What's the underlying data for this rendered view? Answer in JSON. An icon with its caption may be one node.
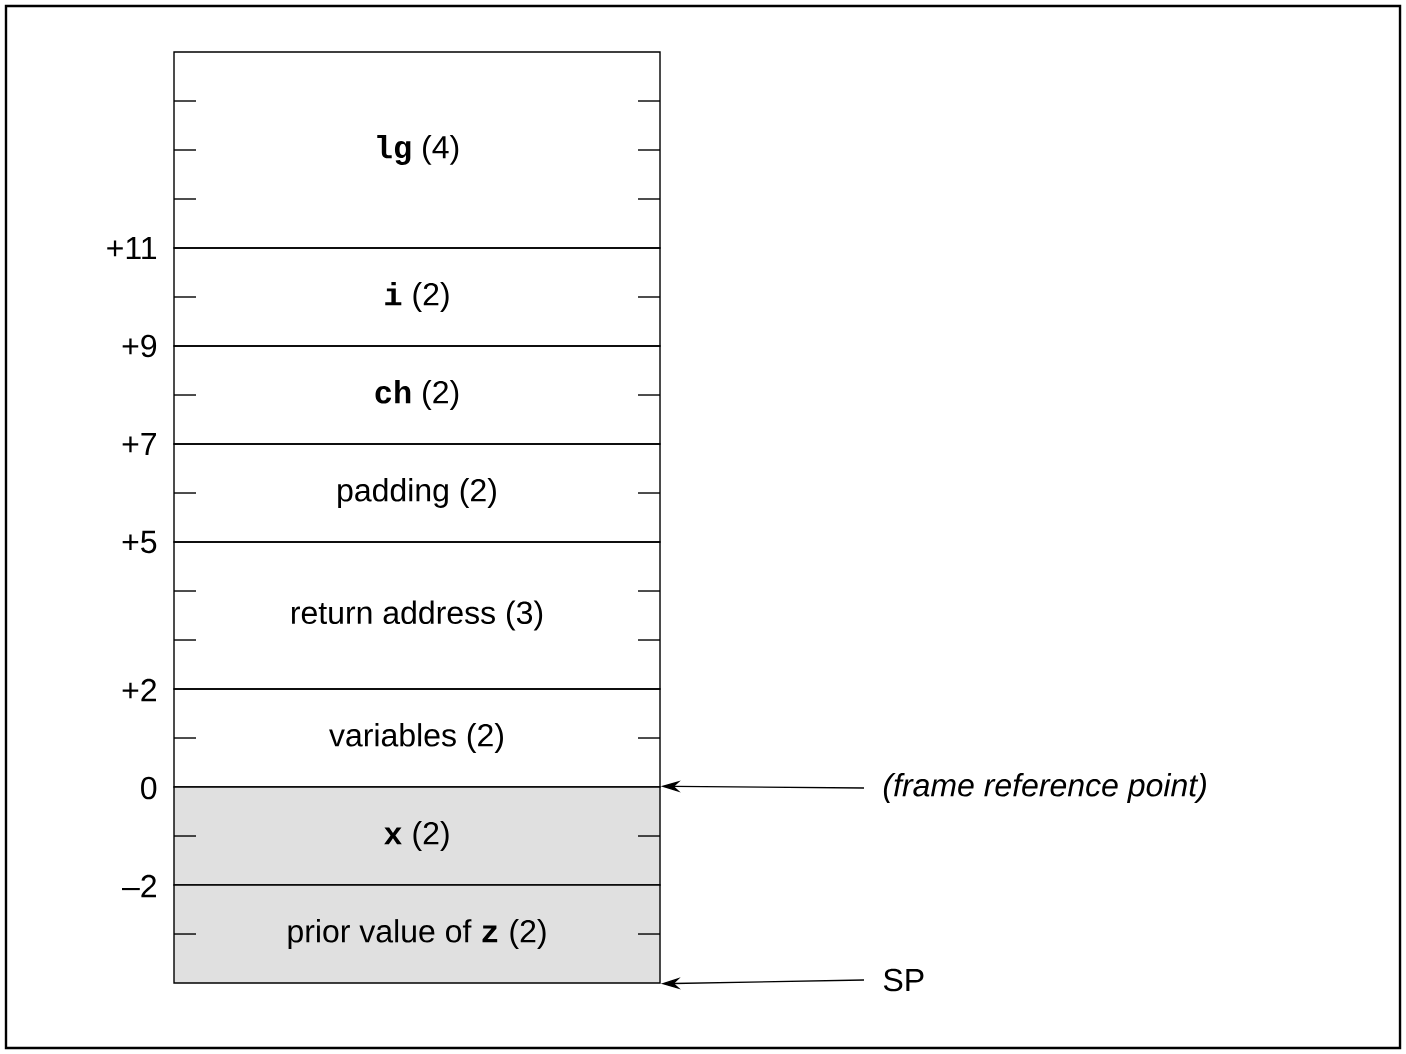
{
  "diagram": {
    "nodes": [
      {
        "text": [
          "**lg** (4)"
        ]
      },
      {
        "text": [
          "**i** (2)"
        ]
      },
      {
        "text": [
          "**ch** (2)"
        ]
      },
      {
        "text": [
          "padding (2)"
        ]
      },
      {
        "text": [
          "return address (3)"
        ]
      },
      {
        "text": [
          "variables (2)"
        ]
      },
      {
        "text": [
          "**x** (2)"
        ]
      },
      {
        "text": [
          "prior value of **z** (2)"
        ]
      },
      {
        "text": [
          "(frame reference point)"
        ]
      },
      {
        "text": [
          "SP"
        ]
      }
    ],
    "edges": [
      {
        "from": 8,
        "to": 6,
        "arrow": "to"
      },
      {
        "from": 9,
        "to": 7,
        "arrow": "to"
      }
    ],
    "labels": [
      "+11",
      "+9",
      "+7",
      "+5",
      "+2",
      "0",
      "–2"
    ]
  }
}
